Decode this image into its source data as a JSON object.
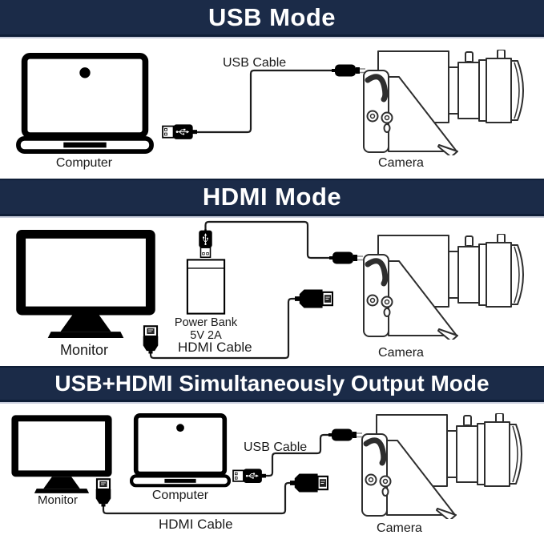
{
  "colors": {
    "header_bg": "#1b2b48",
    "header_text": "#ffffff",
    "line_art": "#1d1d1d",
    "separator": "#c9cedd",
    "background": "#ffffff"
  },
  "icons": {
    "computer": "laptop-icon",
    "monitor": "monitor-icon",
    "camera": "cctv-camera-icon",
    "power_bank": "power-bank-icon",
    "usb_plug": "usb-a-plug-icon",
    "micro_usb_plug": "micro-usb-plug-icon",
    "hdmi_plug": "hdmi-plug-icon"
  },
  "sections": [
    {
      "title": "USB Mode",
      "labels": {
        "computer": "Computer",
        "camera": "Camera",
        "usb_cable": "USB Cable"
      }
    },
    {
      "title": "HDMI Mode",
      "labels": {
        "monitor": "Monitor",
        "power_bank": "Power Bank",
        "power_bank_spec": "5V 2A",
        "camera": "Camera",
        "hdmi_cable": "HDMI Cable"
      }
    },
    {
      "title": "USB+HDMI Simultaneously Output Mode",
      "labels": {
        "monitor": "Monitor",
        "computer": "Computer",
        "camera": "Camera",
        "usb_cable": "USB Cable",
        "hdmi_cable": "HDMI Cable"
      }
    }
  ]
}
